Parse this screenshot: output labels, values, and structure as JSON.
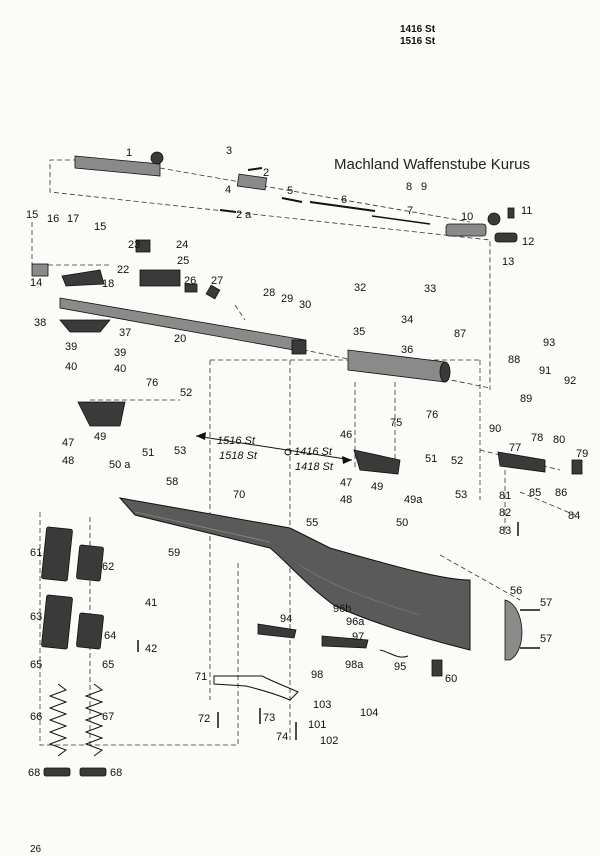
{
  "header": {
    "model_1": "1416 St",
    "model_2": "1516 St"
  },
  "watermark": "Machland Waffenstube Kurus",
  "page_number": "26",
  "variant_labels": {
    "left_top": "1516 St",
    "left_bottom": "1518 St",
    "right_top": "1416 St",
    "right_bottom": "1418 St"
  },
  "part_labels": [
    "1",
    "2",
    "2 a",
    "3",
    "4",
    "5",
    "6",
    "7",
    "8",
    "9",
    "10",
    "11",
    "12",
    "13",
    "14",
    "15",
    "15",
    "16",
    "17",
    "18",
    "20",
    "22",
    "23",
    "24",
    "25",
    "26",
    "27",
    "28",
    "29",
    "30",
    "32",
    "33",
    "34",
    "35",
    "36",
    "37",
    "38",
    "39",
    "39",
    "40",
    "40",
    "41",
    "42",
    "46",
    "47",
    "47",
    "48",
    "48",
    "49",
    "49",
    "49a",
    "50",
    "50 a",
    "51",
    "51",
    "52",
    "52",
    "53",
    "53",
    "55",
    "56",
    "57",
    "57",
    "58",
    "59",
    "60",
    "61",
    "62",
    "63",
    "64",
    "65",
    "65",
    "66",
    "67",
    "68",
    "68",
    "70",
    "71",
    "72",
    "73",
    "74",
    "75",
    "76",
    "76",
    "77",
    "78",
    "79",
    "80",
    "81",
    "82",
    "83",
    "84",
    "85",
    "86",
    "87",
    "88",
    "89",
    "90",
    "91",
    "92",
    "93",
    "94",
    "95",
    "96a",
    "96b",
    "97",
    "98",
    "98a",
    "101",
    "102",
    "103",
    "104"
  ]
}
